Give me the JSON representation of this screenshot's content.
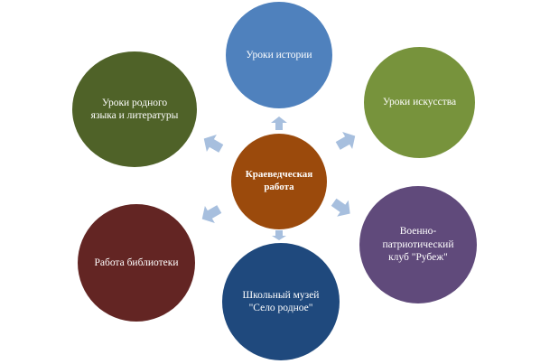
{
  "center": {
    "label": "Краеведческая работа",
    "color": "#9b4a0c"
  },
  "nodes": {
    "history": {
      "label": "Уроки истории",
      "color": "#4f81bd"
    },
    "art": {
      "label": "Уроки искусства",
      "color": "#77933c"
    },
    "military": {
      "label": "Военно-\nпатриотический\nклуб \"Рубеж\"",
      "color": "#604a7b"
    },
    "museum": {
      "label": "Школьный музей\n\"Село родное\"",
      "color": "#1f497d"
    },
    "library": {
      "label": "Работа библиотеки",
      "color": "#632523"
    },
    "language": {
      "label": "Уроки родного\nязыка и литературы",
      "color": "#4f6228"
    }
  },
  "arrow_color": "#a7bfde"
}
